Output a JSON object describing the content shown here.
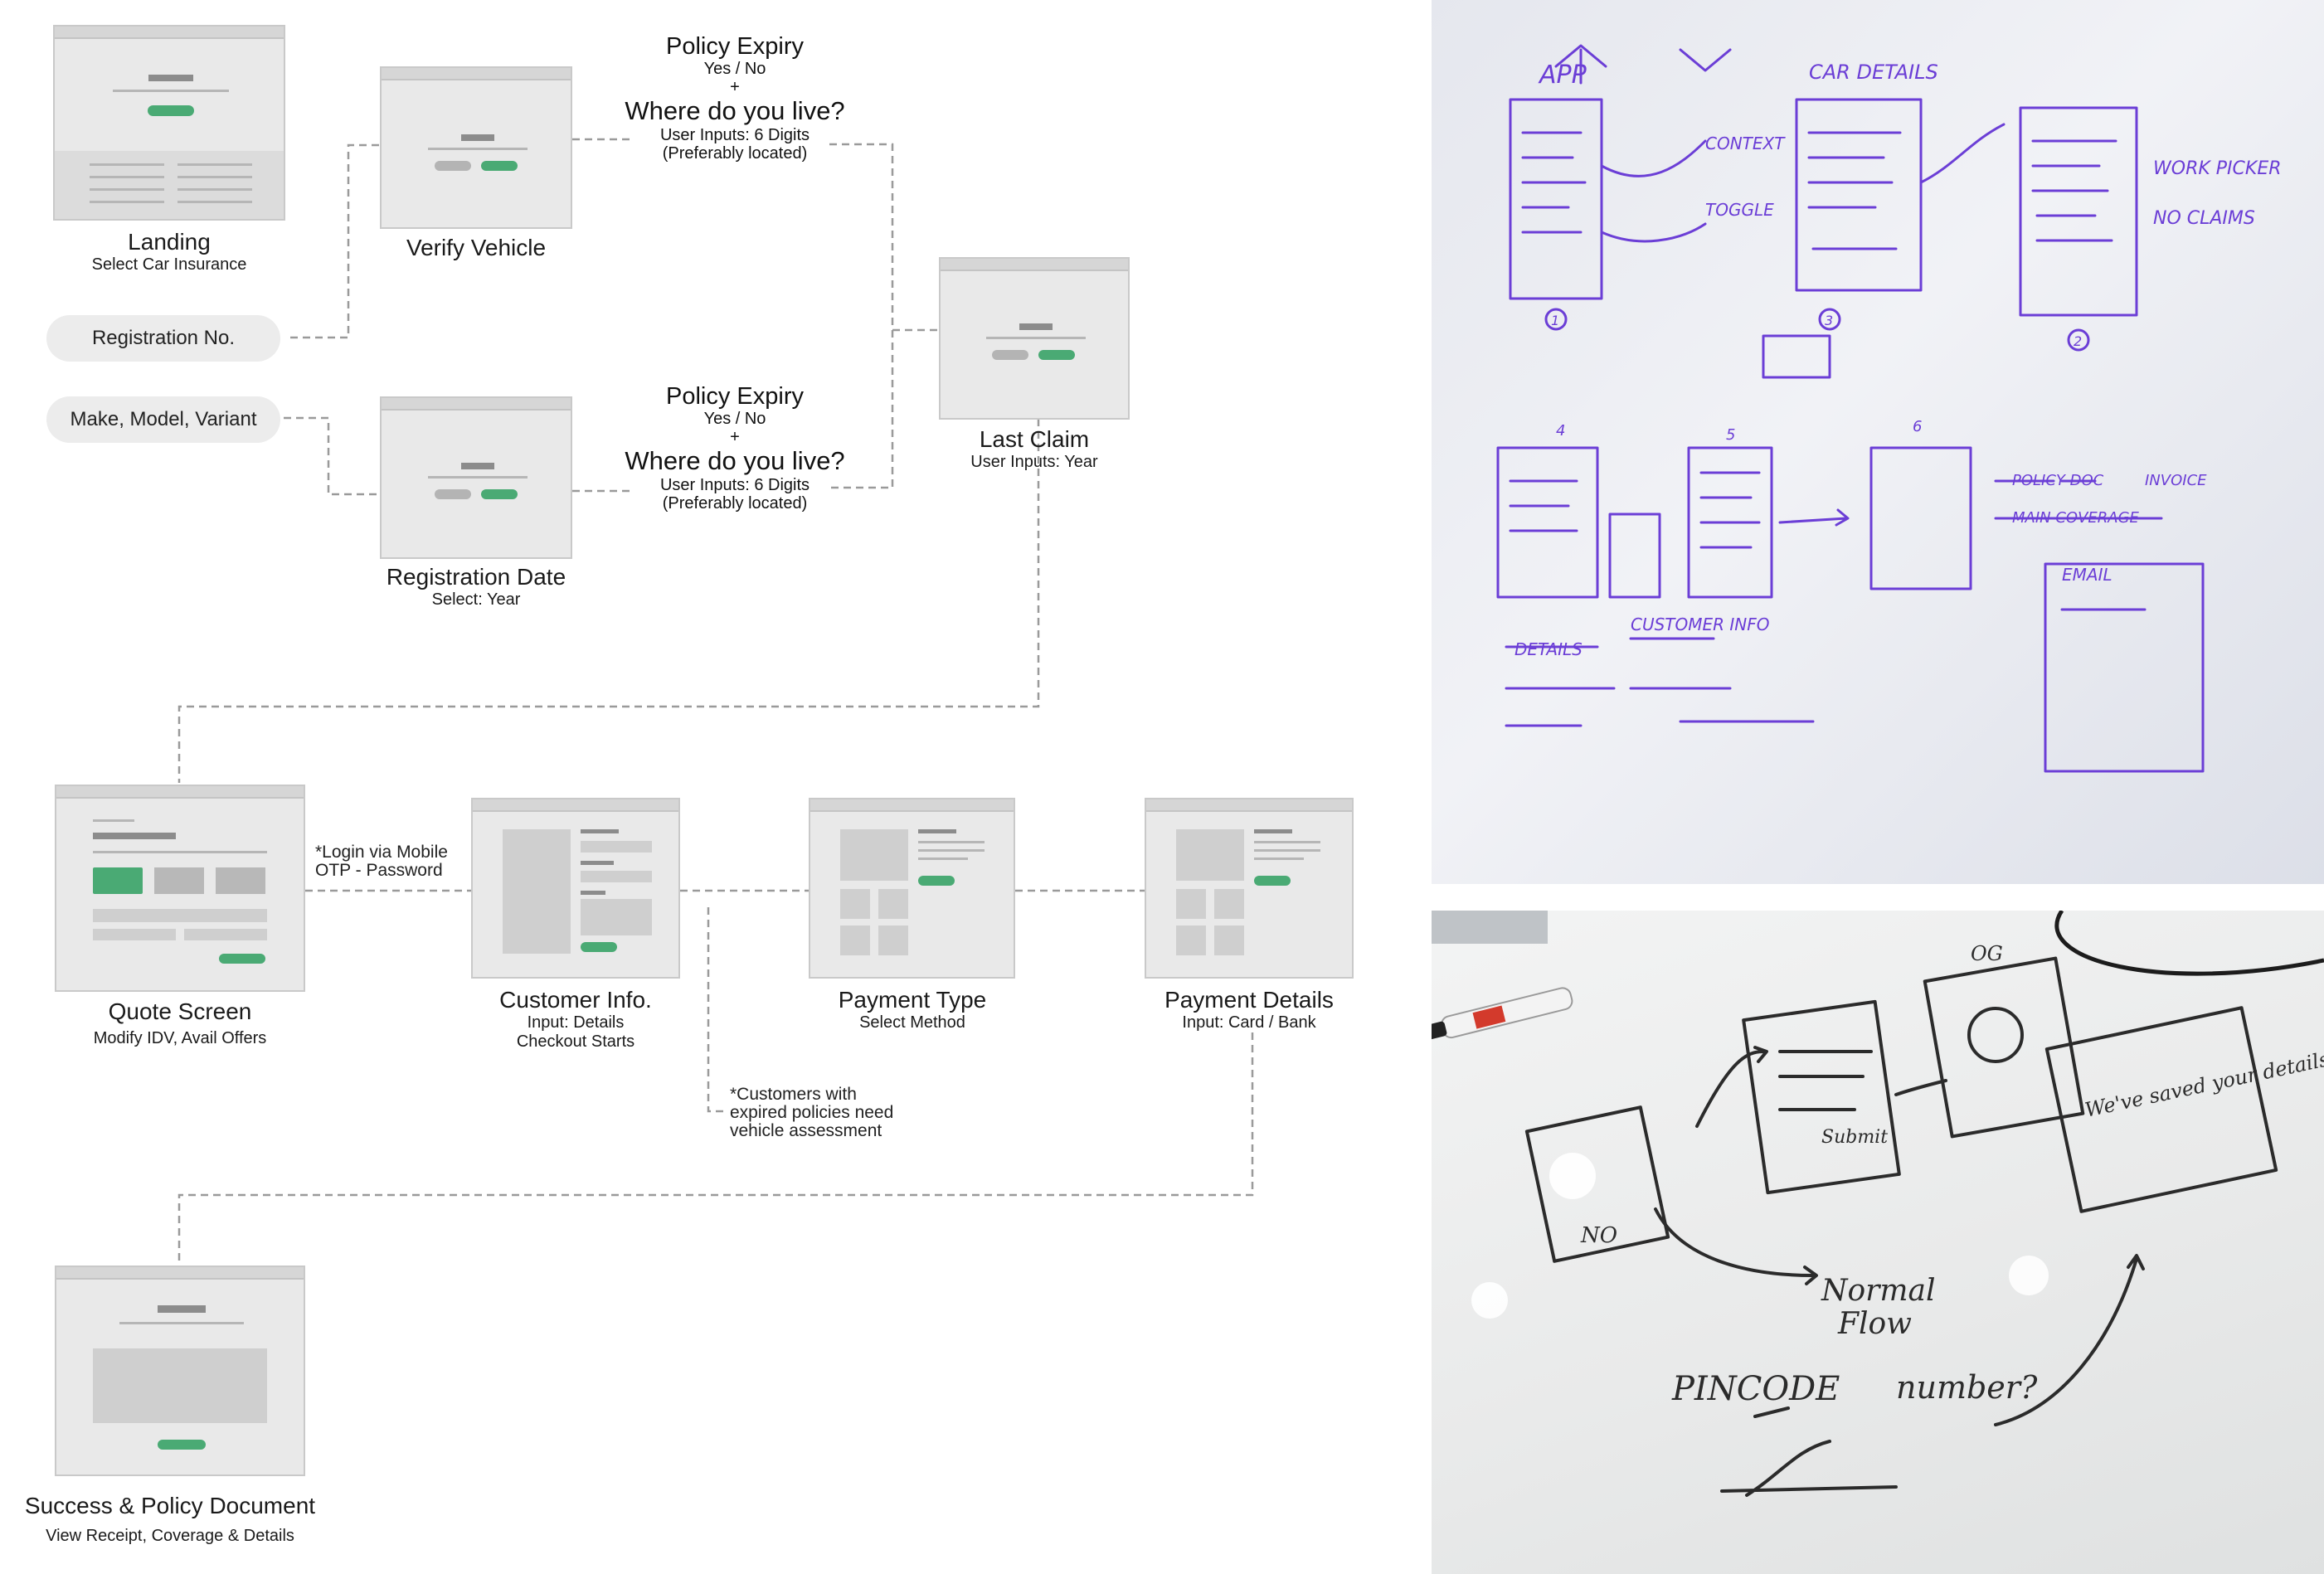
{
  "screens": {
    "landing": {
      "title": "Landing",
      "sub": "Select Car Insurance"
    },
    "verify_vehicle": {
      "title": "Verify Vehicle"
    },
    "registration_date": {
      "title": "Registration Date",
      "sub": "Select: Year"
    },
    "last_claim": {
      "title": "Last Claim",
      "sub": "User Inputs: Year"
    },
    "quote_screen": {
      "title": "Quote Screen",
      "sub": "Modify IDV, Avail Offers"
    },
    "customer_info": {
      "title": "Customer Info.",
      "sub1": "Input: Details",
      "sub2": "Checkout Starts"
    },
    "payment_type": {
      "title": "Payment Type",
      "sub": "Select Method"
    },
    "payment_details": {
      "title": "Payment Details",
      "sub": "Input: Card / Bank"
    },
    "success": {
      "title": "Success & Policy Document",
      "sub": "View Receipt, Coverage & Details"
    }
  },
  "inputs": {
    "registration_no": "Registration No.",
    "make_model_variant": "Make, Model, Variant"
  },
  "conditions": {
    "top": {
      "h1": "Policy Expiry",
      "s1": "Yes / No",
      "plus": "+",
      "h2": "Where do you live?",
      "s2": "User Inputs: 6 Digits",
      "s3": "(Preferably located)"
    },
    "bottom": {
      "h1": "Policy Expiry",
      "s1": "Yes / No",
      "plus": "+",
      "h2": "Where do you live?",
      "s2": "User Inputs: 6 Digits",
      "s3": "(Preferably located)"
    }
  },
  "notes": {
    "login_1": "*Login via Mobile",
    "login_2": "OTP - Password",
    "customers_1": "*Customers with",
    "customers_2": "expired policies need",
    "customers_3": "vehicle assessment"
  },
  "whiteboard_1": {
    "app": "APP",
    "car_details": "CAR DETAILS",
    "context": "CONTEXT",
    "toggle": "TOGGLE",
    "work_picker": "WORK PICKER",
    "no_claims": "NO CLAIMS",
    "policy_doc": "POLICY DOC",
    "invoice": "INVOICE",
    "main_coverage": "MAIN COVERAGE",
    "customer_info": "CUSTOMER INFO",
    "details": "DETAILS",
    "email": "EMAIL",
    "n1": "1",
    "n2": "2",
    "n3": "3",
    "n4": "4",
    "n5": "5",
    "n6": "6"
  },
  "whiteboard_2": {
    "submit": "Submit",
    "no": "NO",
    "normal_flow_1": "Normal",
    "normal_flow_2": "Flow",
    "pincode": "PINCODE",
    "number": "number?",
    "we_saved": "We've saved your details",
    "og": "OG"
  },
  "colors": {
    "accent_green": "#4aaa74",
    "wireframe_gray": "#e9e9e9",
    "marker_purple": "#6b3ed6"
  }
}
